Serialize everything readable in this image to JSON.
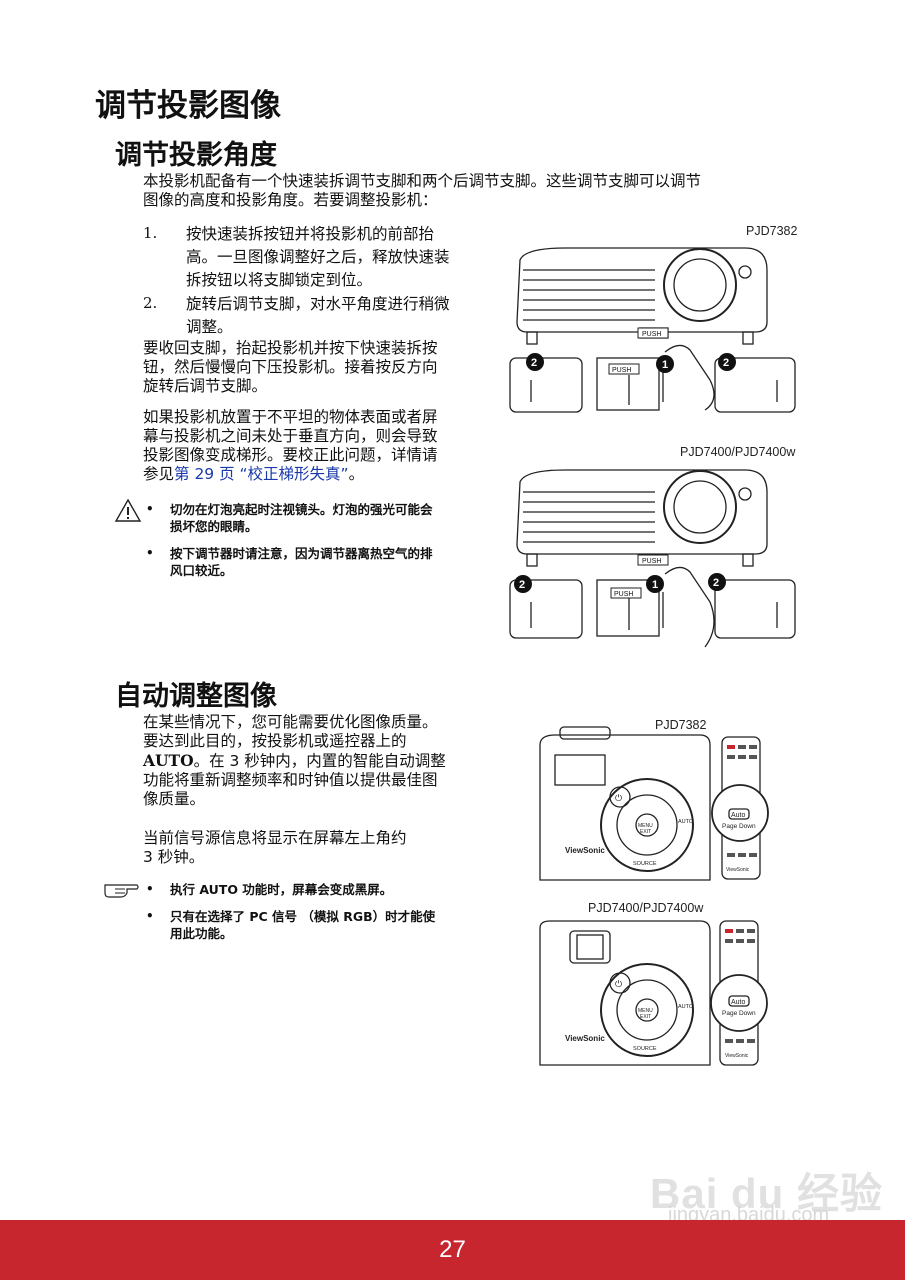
{
  "title": "调节投影图像",
  "section1": {
    "heading": "调节投影角度",
    "intro": [
      "本投影机配备有一个快速装拆调节支脚和两个后调节支脚。这些调节支脚可以调节",
      "图像的高度和投影角度。若要调整投影机："
    ],
    "steps": [
      {
        "num": "1.",
        "lines": [
          "按快速装拆按钮并将投影机的前部抬",
          "高。一旦图像调整好之后，释放快速装",
          "拆按钮以将支脚锁定到位。"
        ]
      },
      {
        "num": "2.",
        "lines": [
          "旋转后调节支脚，对水平角度进行稍微",
          "调整。"
        ]
      }
    ],
    "retract": [
      "要收回支脚，抬起投影机并按下快速装拆按",
      "钮，然后慢慢向下压投影机。接着按反方向",
      "旋转后调节支脚。"
    ],
    "keystone": [
      "如果投影机放置于不平坦的物体表面或者屏",
      "幕与投影机之间未处于垂直方向，则会导致",
      "投影图像变成梯形。要校正此问题，详情请"
    ],
    "keystone_ref_prefix": "参见",
    "keystone_ref_link": "第 29 页 “校正梯形失真”",
    "keystone_ref_suffix": "。",
    "warnings": [
      {
        "lines": [
          "切勿在灯泡亮起时注视镜头。灯泡的强光可能会",
          "损坏您的眼睛。"
        ]
      },
      {
        "lines": [
          "按下调节器时请注意，因为调节器离热空气的排",
          "风口较近。"
        ]
      }
    ],
    "figure_captions": [
      "PJD7382",
      "PJD7400/PJD7400w"
    ],
    "push_label": "PUSH",
    "callouts": [
      "1",
      "2"
    ]
  },
  "section2": {
    "heading": "自动调整图像",
    "para1": [
      "在某些情况下，您可能需要优化图像质量。",
      "要达到此目的，按投影机或遥控器上的"
    ],
    "para1_auto": "AUTO",
    "para1_rest": "。在 3 秒钟内，内置的智能自动调整",
    "para1_tail": [
      "功能将重新调整频率和时钟值以提供最佳图",
      "像质量。"
    ],
    "para2": [
      "当前信号源信息将显示在屏幕左上角约",
      " 3 秒钟。"
    ],
    "notes": [
      {
        "lines": [
          "执行 AUTO 功能时，屏幕会变成黑屏。"
        ]
      },
      {
        "lines": [
          "只有在选择了 PC 信号 （模拟 RGB）时才能使",
          "用此功能。"
        ]
      }
    ],
    "figure_captions": [
      "PJD7382",
      "PJD7400/PJD7400w"
    ],
    "brand": "ViewSonic",
    "auto_key": "Auto",
    "page_down": "Page Down",
    "keypad": {
      "menu": "MENU",
      "exit": "EXIT",
      "source": "SOURCE",
      "auto": "AUTO"
    }
  },
  "footer": {
    "page_number": "27"
  },
  "watermark": {
    "logo": "Bai du 经验",
    "url": "jingyan.baidu.com"
  },
  "colors": {
    "footer": "#c8262f",
    "link": "#1a3aa8"
  }
}
